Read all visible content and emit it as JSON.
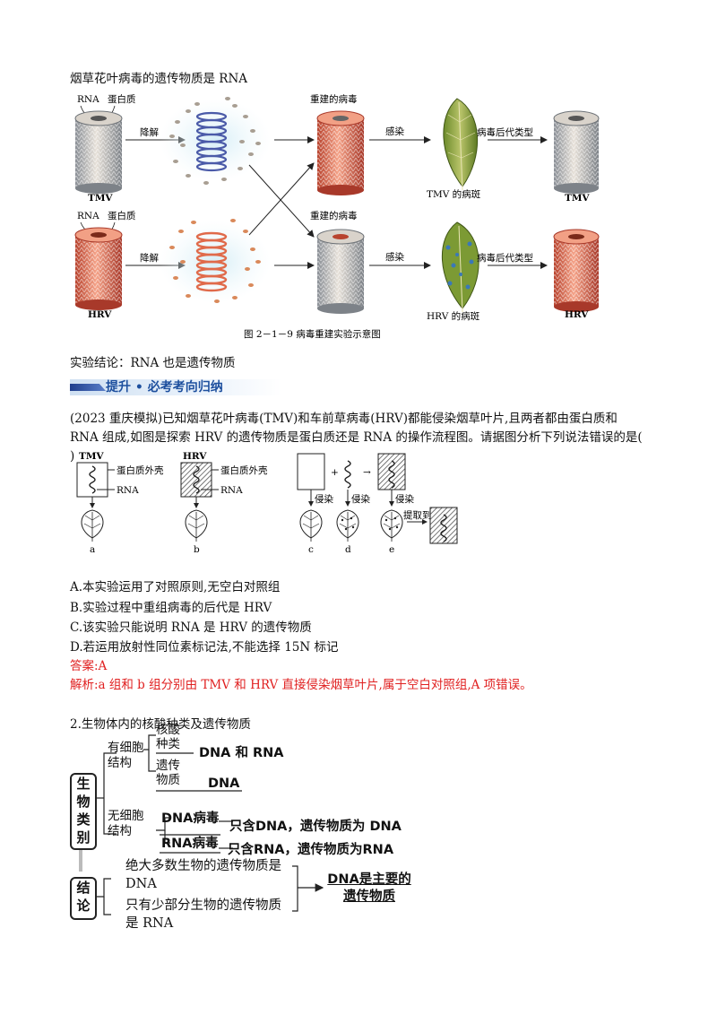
{
  "fig1": {
    "heading": "烟草花叶病毒的遗传物质是 RNA",
    "rna_label": "RNA",
    "protein_label": "蛋白质",
    "rebuilt_label": "重建的病毒",
    "degrade_label": "降解",
    "infect_label": "感染",
    "offspring_label": "病毒后代类型",
    "tmv": "TMV",
    "hrv": "HRV",
    "tmv_spot": "TMV 的病斑",
    "hrv_spot": "HRV 的病斑",
    "caption": "图 2－1－9   病毒重建实验示意图"
  },
  "conclusion": "实验结论：RNA 也是遗传物质",
  "banner": "提升 • 必考考向归纳",
  "question": {
    "stem": "(2023 重庆模拟)已知烟草花叶病毒(TMV)和车前草病毒(HRV)都能侵染烟草叶片,且两者都由蛋白质和 RNA 组成,如图是探索 HRV 的遗传物质是蛋白质还是 RNA 的操作流程图。请据图分析下列说法错误的是(      )",
    "options": [
      "A.本实验运用了对照原则,无空白对照组",
      "B.实验过程中重组病毒的后代是 HRV",
      "C.该实验只能说明 RNA 是 HRV 的遗传物质",
      "D.若运用放射性同位素标记法,不能选择 15N 标记"
    ],
    "answer": "答案:A",
    "analysis": "解析:a 组和 b 组分别由 TMV 和 HRV 直接侵染烟草叶片,属于空白对照组,A 项错误。"
  },
  "fig2": {
    "tmv": "TMV",
    "hrv": "HRV",
    "shell": "蛋白质外壳",
    "rna": "RNA",
    "infect": "侵染",
    "extract": "提取到",
    "letters": [
      "a",
      "b",
      "c",
      "d",
      "e"
    ]
  },
  "section2": {
    "title": "2.生物体内的核酸种类及遗传物质",
    "bio_box": "生物类别",
    "concl_box": "结论",
    "cellular": "有细胞结构",
    "acellular": "无细胞结构",
    "nucleic_types": "核酸种类",
    "nucleic_val": "DNA 和 RNA",
    "genetic": "遗传物质",
    "genetic_val": "DNA",
    "dna_virus": "DNA病毒",
    "dna_virus_val": "只含DNA，遗传物质为 DNA",
    "rna_virus": "RNA病毒",
    "rna_virus_val": "只含RNA，遗传物质为RNA",
    "concl1": "绝大多数生物的遗传物质是 DNA",
    "concl2": "只有少部分生物的遗传物质是 RNA",
    "final": "DNA是主要的遗传物质"
  }
}
